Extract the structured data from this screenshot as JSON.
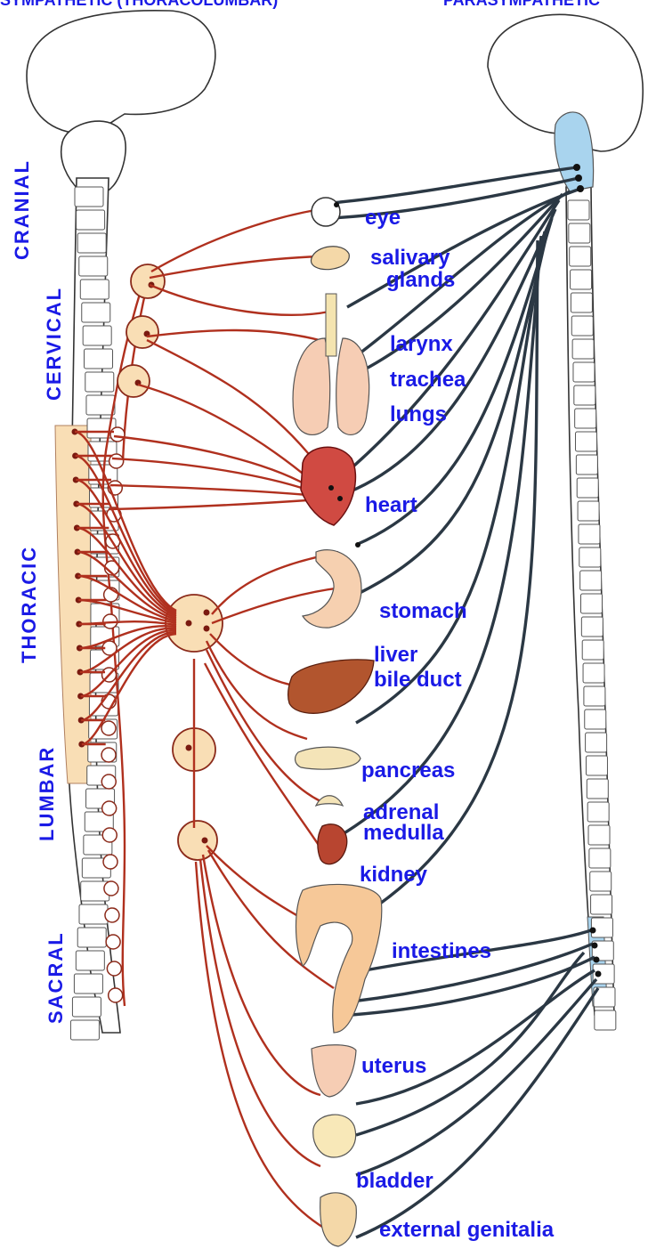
{
  "header": {
    "left": "SYMPATHETIC (THORACOLUMBAR)",
    "right": "PARASYMPATHETIC"
  },
  "regions": {
    "cranial": "CRANIAL",
    "cervical": "CERVICAL",
    "thoracic": "THORACIC",
    "lumbar": "LUMBAR",
    "sacral": "SACRAL"
  },
  "organs": {
    "eye": "eye",
    "salivary_1": "salivary",
    "salivary_2": "glands",
    "larynx": "larynx",
    "trachea": "trachea",
    "lungs": "lungs",
    "heart": "heart",
    "stomach": "stomach",
    "liver": "liver",
    "bile_duct": "bile duct",
    "pancreas": "pancreas",
    "adrenal_1": "adrenal",
    "adrenal_2": "medulla",
    "kidney": "kidney",
    "intestines": "intestines",
    "uterus": "uterus",
    "bladder": "bladder",
    "genitalia": "external genitalia"
  },
  "colors": {
    "sympathetic": "#b0301e",
    "parasympathetic": "#2b3844",
    "label": "#1a1ae6",
    "thoracolumbar_cord": "#f9deb5",
    "parasympathetic_cord": "#a9d4ee"
  }
}
